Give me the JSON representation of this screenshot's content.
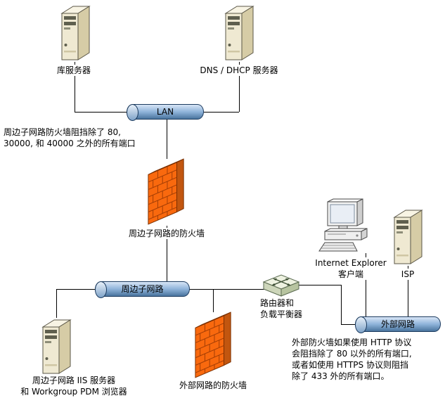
{
  "nodes": {
    "vault_server": "库服务器",
    "dns_dhcp_server": "DNS / DHCP 服务器",
    "lan": "LAN",
    "perimeter_firewall": "周边子网路的防火墙",
    "perimeter_network": "周边子网路",
    "iis_server": [
      "周边子网路 IIS 服务器",
      "和 Workgroup PDM 浏览器"
    ],
    "external_firewall": "外部网路的防火墙",
    "router": [
      "路由器和",
      "负载平衡器"
    ],
    "ie_client": [
      "Internet Explorer",
      "客户端"
    ],
    "isp": "ISP",
    "external_network": "外部网路"
  },
  "notes": {
    "perimeter": [
      "周边子网路防火墙阻挡除了 80,",
      "30000, 和 40000 之外的所有端口"
    ],
    "external": [
      "外部防火墙如果使用 HTTP 协议",
      "会阻挡除了 80 以外的所有端口,",
      "或者如使用 HTTPS 协议则阻挡",
      "除了 433 外的所有端口。"
    ]
  },
  "icons": {
    "server": "tower-server-icon",
    "firewall": "firewall-brick-wall-icon",
    "router": "router-load-balancer-icon",
    "computer": "desktop-computer-icon",
    "pipe": "network-segment-pipe-icon"
  },
  "colors": {
    "background": "#ffffff",
    "connector": "#000000",
    "pipe_blue_light": "#d8e6f6",
    "pipe_blue_dark": "#49749e",
    "firewall_orange": "#f9690e",
    "firewall_brick_line": "#a03c05",
    "server_beige": "#efe9d2"
  }
}
